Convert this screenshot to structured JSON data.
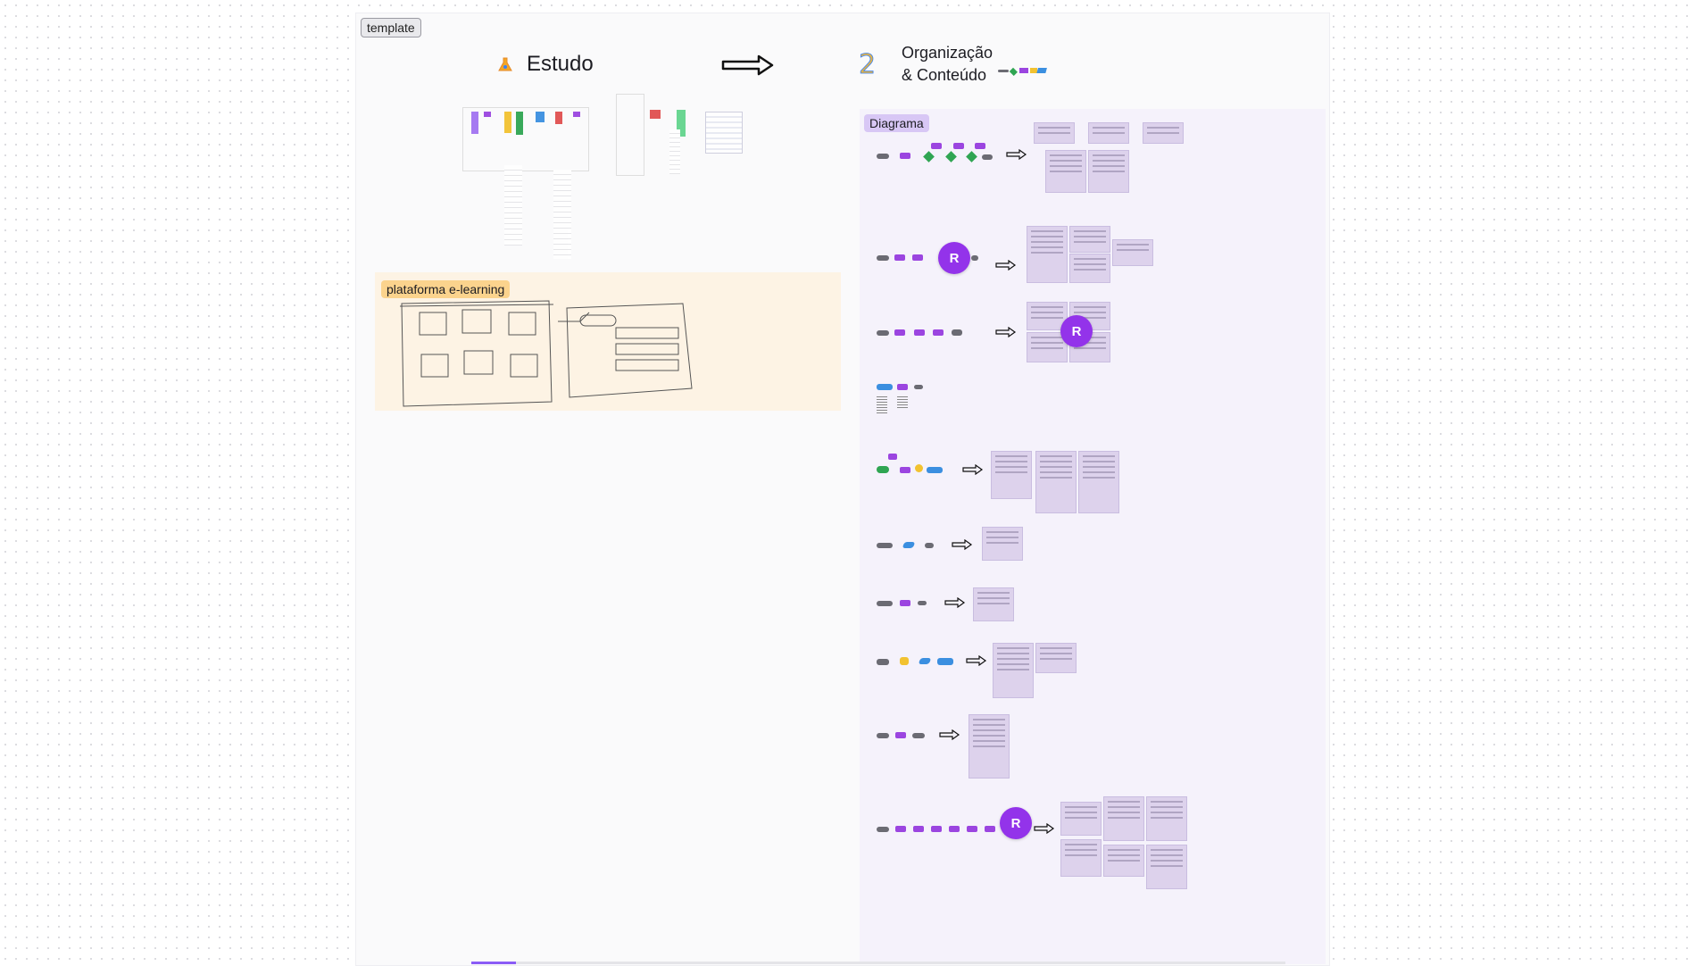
{
  "template_badge": "template",
  "study": {
    "title": "Estudo",
    "icon": "flask-icon"
  },
  "org": {
    "title_line1": "Organização",
    "title_line2": "& Conteúdo",
    "icon": "number-two-icon"
  },
  "sketch": {
    "label": "plataforma e-learning",
    "label_color": "#fbd38d"
  },
  "diagram": {
    "label": "Diagrama",
    "label_color": "#d8c7f5"
  },
  "nodes": {
    "r1": "R",
    "r2": "R",
    "r3": "R"
  },
  "colors": {
    "accent": "#9333ea",
    "pill_purple": "#9b45e0",
    "pill_gray": "#6b6b73",
    "green": "#2fa552",
    "blue": "#3b8fe0",
    "yellow": "#f2c230"
  }
}
